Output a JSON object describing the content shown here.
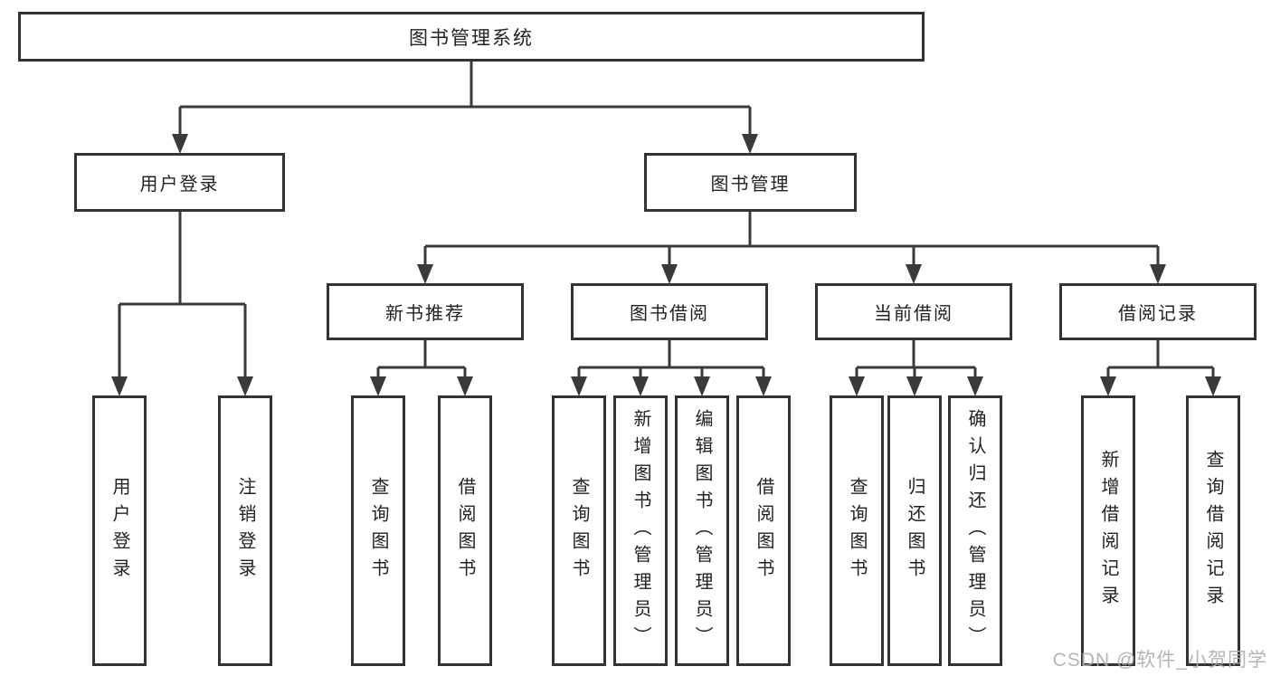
{
  "meta": {
    "watermark": "CSDN @软件_小贺同学"
  },
  "colors": {
    "background": "#ffffff",
    "line": "#3a3a3a",
    "box_border": "#333333",
    "text": "#222222",
    "watermark": "#aeaeae"
  },
  "tree": {
    "root": {
      "label": "图书管理系统",
      "children": [
        {
          "label": "用户登录",
          "children": [
            {
              "label": "用户登录"
            },
            {
              "label": "注销登录"
            }
          ]
        },
        {
          "label": "图书管理",
          "children": [
            {
              "label": "新书推荐",
              "children": [
                {
                  "label": "查询图书"
                },
                {
                  "label": "借阅图书"
                }
              ]
            },
            {
              "label": "图书借阅",
              "children": [
                {
                  "label": "查询图书"
                },
                {
                  "label": "新增图书（管理员）"
                },
                {
                  "label": "编辑图书（管理员）"
                },
                {
                  "label": "借阅图书"
                }
              ]
            },
            {
              "label": "当前借阅",
              "children": [
                {
                  "label": "查询图书"
                },
                {
                  "label": "归还图书"
                },
                {
                  "label": "确认归还（管理员）"
                }
              ]
            },
            {
              "label": "借阅记录",
              "children": [
                {
                  "label": "新增借阅记录"
                },
                {
                  "label": "查询借阅记录"
                }
              ]
            }
          ]
        }
      ]
    }
  }
}
